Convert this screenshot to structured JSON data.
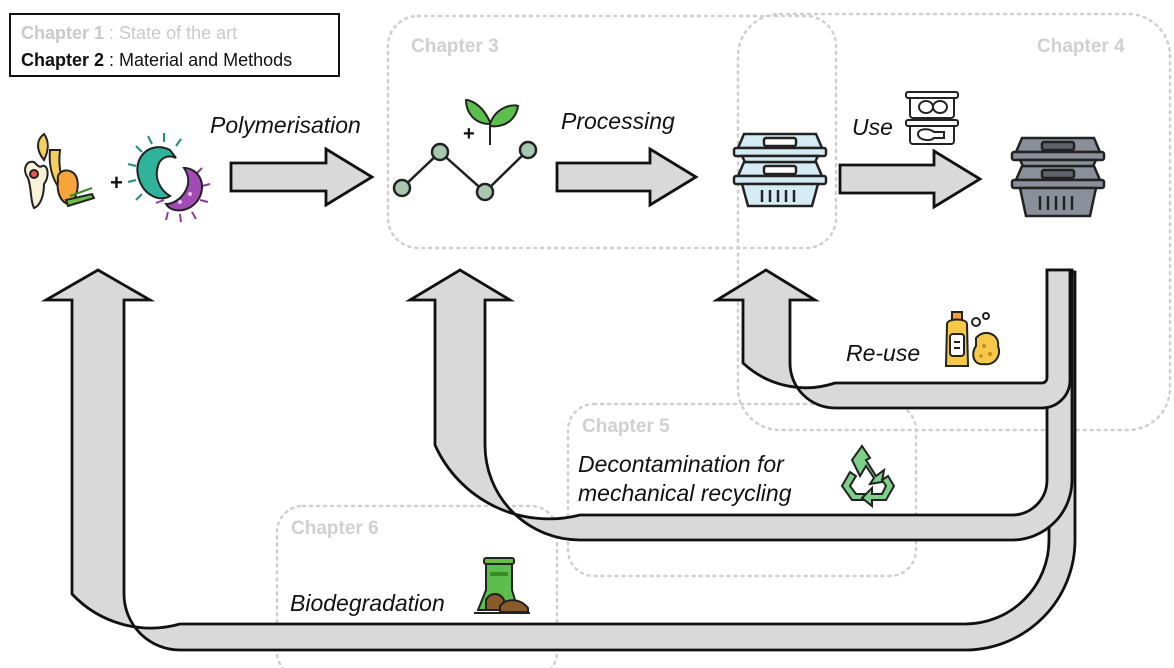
{
  "legend": {
    "line1_chapter": "Chapter 1",
    "line1_separator": " : ",
    "line1_text": "State of the art",
    "line2_chapter": "Chapter 2",
    "line2_separator": " : ",
    "line2_text": "Material and Methods"
  },
  "chapters": {
    "ch3": "Chapter 3",
    "ch4": "Chapter 4",
    "ch5": "Chapter 5",
    "ch6": "Chapter 6"
  },
  "steps": {
    "polymerisation": "Polymerisation",
    "processing": "Processing",
    "use": "Use",
    "reuse": "Re-use",
    "decontamination_line1": "Decontamination for",
    "decontamination_line2": "mechanical recycling",
    "biodegradation": "Biodegradation"
  },
  "symbols": {
    "plus_left": "+",
    "plus_polymer": "+"
  },
  "icons": [
    "food-waste-icon",
    "bacteria-icon",
    "polymer-chain-icon",
    "plant-icon",
    "transparent-containers-icon",
    "food-cans-icon",
    "grey-containers-icon",
    "detergent-sponge-icon",
    "recycle-icon",
    "composter-icon"
  ],
  "colors": {
    "arrow_fill": "#d9d9d9",
    "arrow_stroke": "#111111",
    "dotted_border": "#cfcfcf",
    "polymer_node": "#a9c8b0",
    "leaf_green": "#5cbf4d",
    "container_blue": "#d6ecf5",
    "container_grey": "#8a8f99",
    "recycle_green": "#7dcf8a",
    "bacteria_teal": "#2fb39b",
    "bacteria_purple": "#a24bb5"
  }
}
